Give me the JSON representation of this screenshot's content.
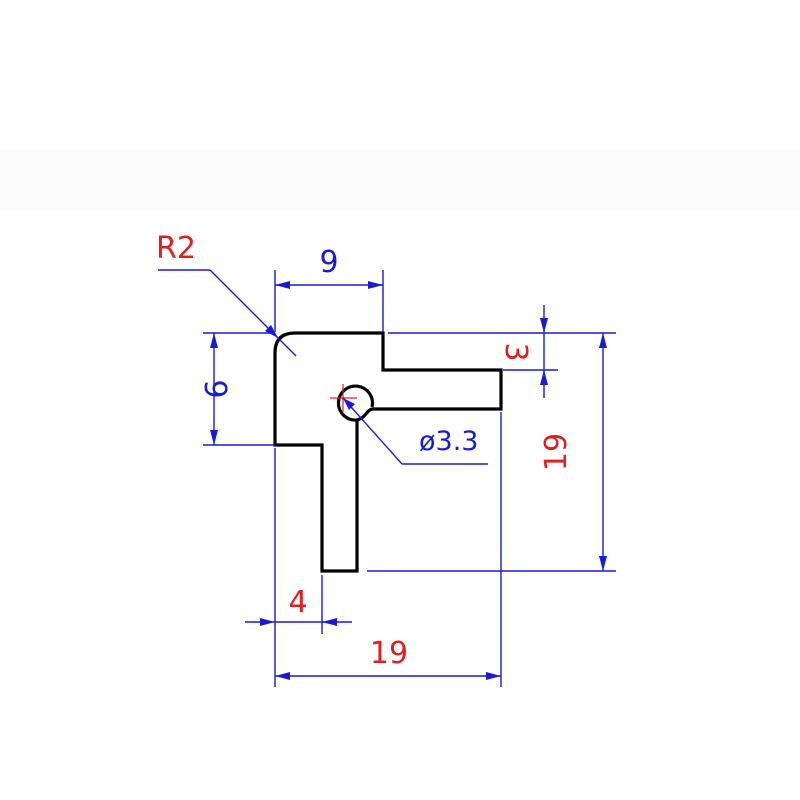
{
  "drawing": {
    "dimensions": {
      "radius_label": "R2",
      "top_width": "9",
      "left_height": "9",
      "right_thickness": "3",
      "overall_height": "19",
      "hole_diameter": "ø3.3",
      "leg_width": "4",
      "overall_width": "19"
    },
    "colors": {
      "profile": "#000000",
      "dimension_lines": "#1a1ad6",
      "blue_text": "#1a1ad6",
      "red_text": "#e02020",
      "centerline": "#e02020"
    }
  }
}
